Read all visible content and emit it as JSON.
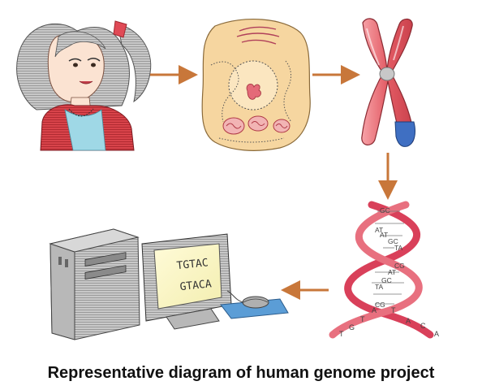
{
  "caption": "Representative diagram of human genome project",
  "monitor": {
    "line1": "TGTAC",
    "line2": "GTACA"
  },
  "dna": {
    "pairs": [
      "GC",
      "AT",
      "AT",
      "GC",
      "TA",
      "CG",
      "AT",
      "GC",
      "TA",
      "CG"
    ],
    "bottom_bases": [
      "T",
      "G",
      "T",
      "A",
      "T",
      "A",
      "C",
      "A"
    ]
  },
  "colors": {
    "arrow": "#c8773a",
    "chromosome": "#e25a63",
    "chromosome_tip": "#3f6fc2",
    "dna_strand": "#d9405a",
    "cell": "#f6d6a0"
  },
  "icons": [
    "woman-icon",
    "cell-icon",
    "chromosome-icon",
    "dna-helix-icon",
    "computer-icon"
  ]
}
